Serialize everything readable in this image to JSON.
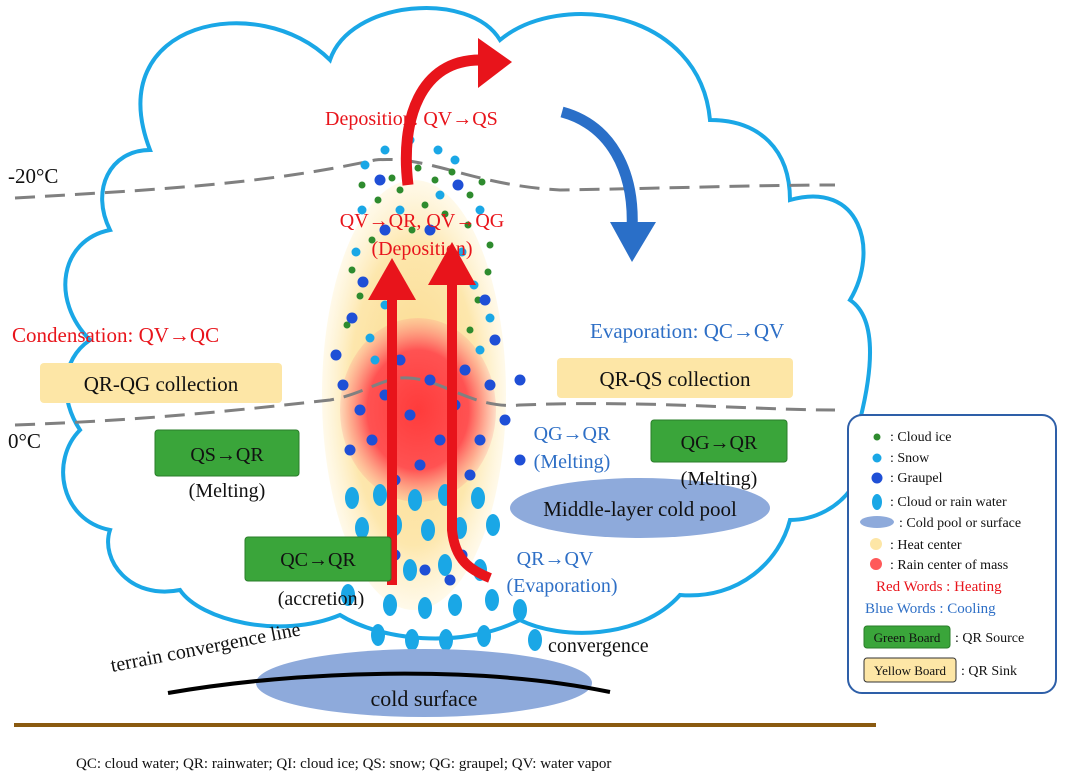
{
  "temperature_lines": {
    "minus20": "-20°C",
    "zero": "0°C"
  },
  "heating_labels": {
    "deposition_top": "Deposition: QV→QS",
    "deposition_mid_line1": "QV→QR, QV→QG",
    "deposition_mid_line2": "(Deposition)",
    "condensation": "Condensation: QV→QC"
  },
  "cooling_labels": {
    "evaporation_cloud": "Evaporation: QC→QV",
    "melting_qg_line1": "QG→QR",
    "melting_qg_line2": "(Melting)",
    "evaporation_qr_line1": "QR→QV",
    "evaporation_qr_line2": "(Evaporation)"
  },
  "yellow_boards": {
    "left": "QR-QG collection",
    "right": "QR-QS collection"
  },
  "green_boards": {
    "left": "QS→QR",
    "left_caption": "(Melting)",
    "right": "QG→QR",
    "right_caption": "(Melting)",
    "bottom": "QC→QR",
    "bottom_caption": "(accretion)"
  },
  "ellipses": {
    "middle_layer": "Middle-layer cold pool",
    "cold_surface": "cold surface"
  },
  "terrain": {
    "line_label": "terrain convergence line",
    "convergence": "convergence"
  },
  "legend": {
    "items": [
      {
        "label": ": Cloud ice",
        "symbol": "cloud-ice"
      },
      {
        "label": ": Snow",
        "symbol": "snow"
      },
      {
        "label": ": Graupel",
        "symbol": "graupel"
      },
      {
        "label": ": Cloud or rain water",
        "symbol": "rain-drop"
      },
      {
        "label": ": Cold pool or surface",
        "symbol": "cold-pool"
      },
      {
        "label": ": Heat center",
        "symbol": "heat-center"
      },
      {
        "label": ": Rain center of mass",
        "symbol": "rain-center"
      }
    ],
    "red_words": "Red Words : Heating",
    "blue_words": "Blue Words : Cooling",
    "green_board_sample": "Green Board",
    "green_board_desc": ": QR Source",
    "yellow_board_sample": "Yellow Board",
    "yellow_board_desc": ": QR Sink"
  },
  "footnote": "QC: cloud water; QR: rainwater; QI: cloud ice; QS: snow; QG: graupel; QV: water vapor",
  "colors": {
    "heating_red": "#e8141b",
    "cooling_blue": "#2e6fc6",
    "cloud_outline": "#1aa7e6",
    "green_board": "#3aa53a",
    "yellow_board": "#fde6a6",
    "cold_pool": "#8eaadb",
    "ground": "#8a5a10"
  }
}
